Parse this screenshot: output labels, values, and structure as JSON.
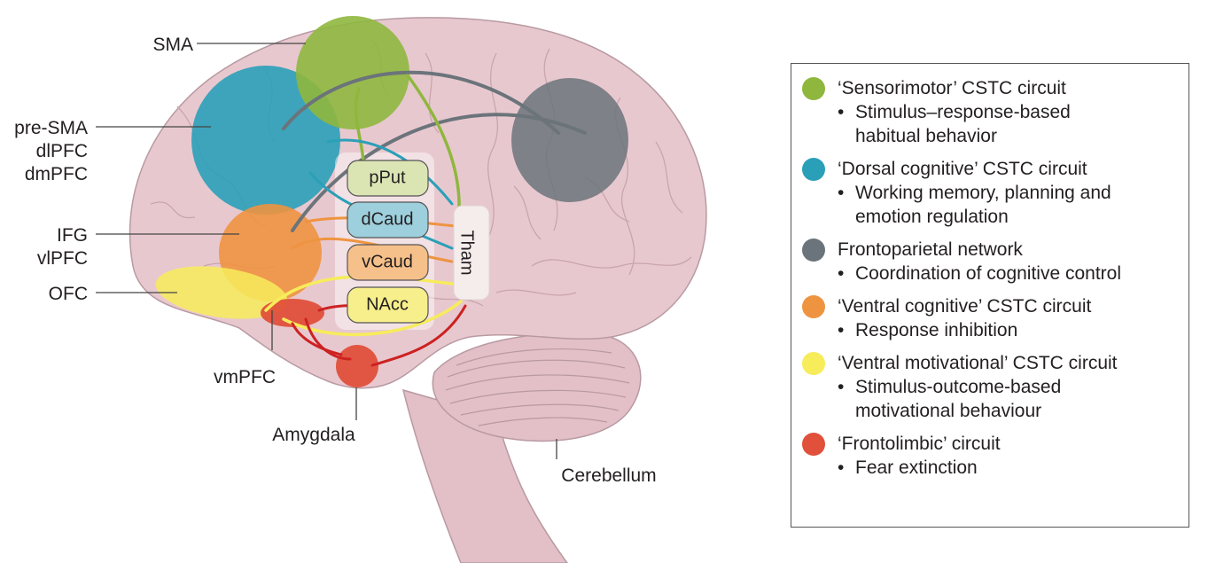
{
  "labels": {
    "sma": "SMA",
    "pre_sma": "pre-SMA",
    "dlpfc": "dlPFC",
    "dmpfc": "dmPFC",
    "ifg": "IFG",
    "vlpfc": "vlPFC",
    "ofc": "OFC",
    "vmpfc": "vmPFC",
    "amygdala": "Amygdala",
    "cerebellum": "Cerebellum",
    "tham": "Tham"
  },
  "striatum_boxes": [
    {
      "label": "pPut",
      "color": "#dbe5b4"
    },
    {
      "label": "dCaud",
      "color": "#9ecfdc"
    },
    {
      "label": "vCaud",
      "color": "#f6c08a"
    },
    {
      "label": "NAcc",
      "color": "#f7ee8c"
    }
  ],
  "legend": {
    "items": [
      {
        "title": "‘Sensorimotor’ CSTC circuit",
        "color": "#8fb73e",
        "bullets": [
          "Stimulus–response-based habitual behavior"
        ]
      },
      {
        "title": "‘Dorsal cognitive’ CSTC circuit",
        "color": "#2aa0b8",
        "bullets": [
          "Working memory, planning and emotion regulation"
        ]
      },
      {
        "title": "Frontoparietal network",
        "color": "#6b747a",
        "bullets": [
          "Coordination of cognitive control"
        ]
      },
      {
        "title": "‘Ventral cognitive’ CSTC circuit",
        "color": "#ee9440",
        "bullets": [
          "Response inhibition"
        ]
      },
      {
        "title": "‘Ventral motivational’ CSTC circuit",
        "color": "#f7ec5a",
        "bullets": [
          "Stimulus-outcome-based motivational behaviour"
        ]
      },
      {
        "title": "‘Frontolimbic’ circuit",
        "color": "#e0503a",
        "bullets": [
          "Fear extinction"
        ]
      }
    ]
  },
  "bullet_char": "•",
  "colors": {
    "brain": "#e8c8cf",
    "brain_outline": "#b89aa2",
    "sensorimotor": "#8fb73e",
    "dorsal_cognitive": "#2aa0b8",
    "frontoparietal": "#6b747a",
    "ventral_cognitive": "#ee9440",
    "ventral_motivational": "#f7ec5a",
    "frontolimbic": "#e0503a"
  }
}
